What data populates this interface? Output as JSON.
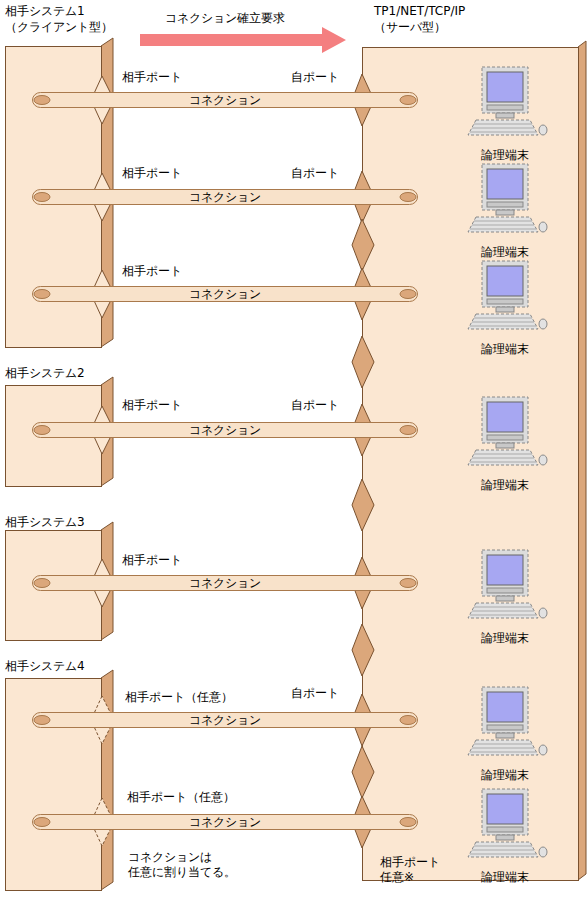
{
  "diagram": {
    "nodes": [
      {
        "text": [
          "相手システム1",
          "（クライアント型）"
        ]
      },
      {
        "text": [
          "TP1/NET/TCP/IP",
          "（サーバ型）"
        ]
      },
      {
        "text": [
          "相手システム2"
        ]
      },
      {
        "text": [
          "相手システム3"
        ]
      },
      {
        "text": [
          "相手システム4"
        ]
      },
      {
        "text": [
          "コネクション"
        ]
      },
      {
        "text": [
          "コネクション"
        ]
      },
      {
        "text": [
          "コネクション"
        ]
      },
      {
        "text": [
          "コネクション"
        ]
      },
      {
        "text": [
          "コネクション"
        ]
      },
      {
        "text": [
          "コネクション"
        ]
      },
      {
        "text": [
          "コネクション"
        ]
      },
      {
        "text": [
          "論理端末"
        ],
        "in": 1
      },
      {
        "text": [
          "論理端末"
        ],
        "in": 1
      },
      {
        "text": [
          "論理端末"
        ],
        "in": 1
      },
      {
        "text": [
          "論理端末"
        ],
        "in": 1
      },
      {
        "text": [
          "論理端末"
        ],
        "in": 1
      },
      {
        "text": [
          "論理端末"
        ],
        "in": 1
      },
      {
        "text": [
          "論理端末"
        ],
        "in": 1
      }
    ],
    "edges": [
      {
        "from": 5,
        "to": 12,
        "arrow": "none"
      },
      {
        "from": 6,
        "to": 13,
        "arrow": "none"
      },
      {
        "from": 7,
        "to": 14,
        "arrow": "none"
      },
      {
        "from": 8,
        "to": 15,
        "arrow": "none"
      },
      {
        "from": 9,
        "to": 16,
        "arrow": "none"
      },
      {
        "from": 10,
        "to": 17,
        "arrow": "none"
      },
      {
        "from": 11,
        "to": 18,
        "arrow": "none"
      }
    ],
    "labels": [
      "コネクション確立要求",
      "相手ポート",
      "自ポート",
      "相手ポート",
      "自ポート",
      "相手ポート",
      "相手ポート",
      "自ポート",
      "相手ポート",
      "相手ポート（任意）",
      "自ポート",
      "相手ポート（任意）",
      "コネクションは 任意に割り当てる。",
      "相手ポート 任意※"
    ]
  }
}
